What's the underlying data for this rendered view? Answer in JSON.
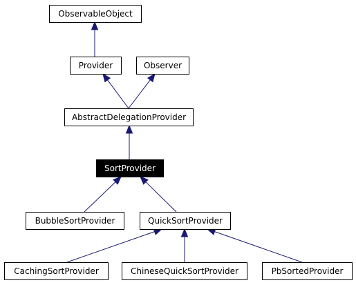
{
  "diagram": {
    "type": "class-inheritance-graph",
    "colors": {
      "edge": "#191970",
      "box_border": "#000000",
      "highlight_fill": "#000000",
      "highlight_text": "#ffffff",
      "background": "#ffffff"
    },
    "nodes": [
      {
        "id": "observable-object",
        "label": "ObservableObject",
        "highlight": false
      },
      {
        "id": "provider",
        "label": "Provider",
        "highlight": false
      },
      {
        "id": "observer",
        "label": "Observer",
        "highlight": false
      },
      {
        "id": "abstract-delegation-provider",
        "label": "AbstractDelegationProvider",
        "highlight": false
      },
      {
        "id": "sort-provider",
        "label": "SortProvider",
        "highlight": true
      },
      {
        "id": "bubble-sort-provider",
        "label": "BubbleSortProvider",
        "highlight": false
      },
      {
        "id": "quick-sort-provider",
        "label": "QuickSortProvider",
        "highlight": false
      },
      {
        "id": "caching-sort-provider",
        "label": "CachingSortProvider",
        "highlight": false
      },
      {
        "id": "chinese-quick-sort-provider",
        "label": "ChineseQuickSortProvider",
        "highlight": false
      },
      {
        "id": "pb-sorted-provider",
        "label": "PbSortedProvider",
        "highlight": false
      }
    ],
    "edges": [
      {
        "from": "provider",
        "to": "observable-object"
      },
      {
        "from": "abstract-delegation-provider",
        "to": "provider"
      },
      {
        "from": "abstract-delegation-provider",
        "to": "observer"
      },
      {
        "from": "sort-provider",
        "to": "abstract-delegation-provider"
      },
      {
        "from": "bubble-sort-provider",
        "to": "sort-provider"
      },
      {
        "from": "quick-sort-provider",
        "to": "sort-provider"
      },
      {
        "from": "caching-sort-provider",
        "to": "quick-sort-provider"
      },
      {
        "from": "chinese-quick-sort-provider",
        "to": "quick-sort-provider"
      },
      {
        "from": "pb-sorted-provider",
        "to": "quick-sort-provider"
      }
    ]
  }
}
